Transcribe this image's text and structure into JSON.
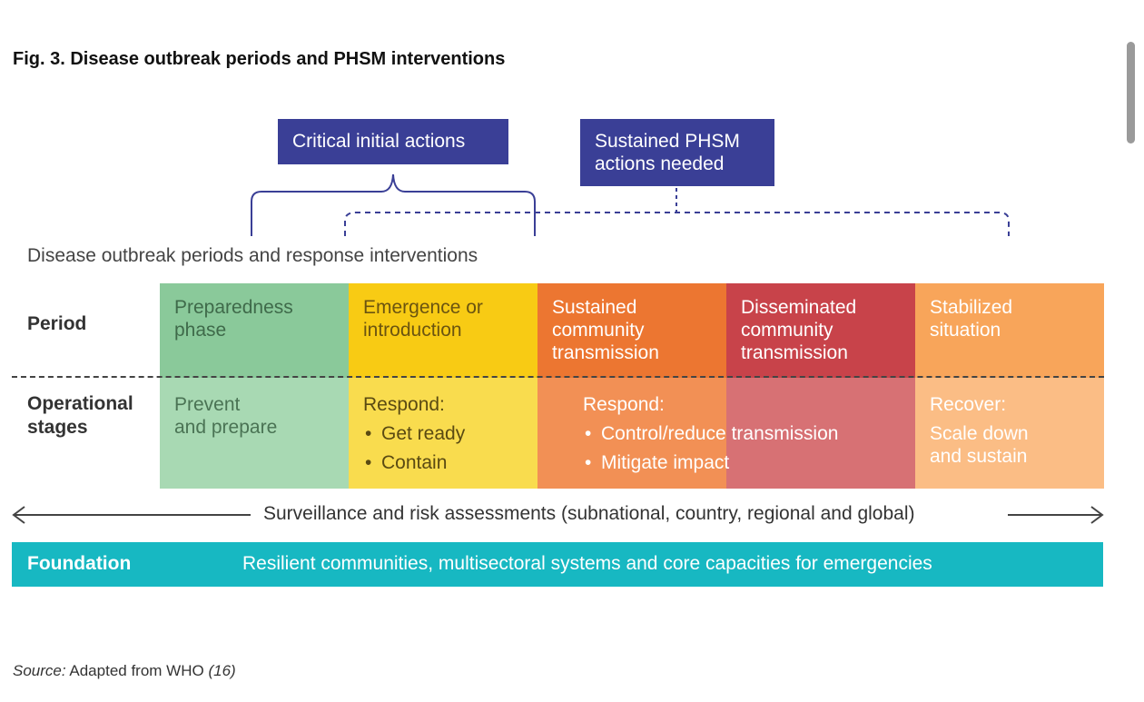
{
  "figure": {
    "title": "Fig. 3. Disease outbreak periods and PHSM interventions",
    "callouts": {
      "critical": "Critical initial actions",
      "sustained_line1": "Sustained PHSM",
      "sustained_line2": "actions needed"
    },
    "section_label": "Disease outbreak periods and response interventions",
    "row_labels": {
      "period": "Period",
      "operational_line1": "Operational",
      "operational_line2": "stages"
    },
    "periods": [
      {
        "line1": "Preparedness",
        "line2": "phase",
        "line3": ""
      },
      {
        "line1": "Emergence or",
        "line2": "introduction",
        "line3": ""
      },
      {
        "line1": "Sustained",
        "line2": "community",
        "line3": "transmission"
      },
      {
        "line1": "Disseminated",
        "line2": "community",
        "line3": "transmission"
      },
      {
        "line1": "Stabilized",
        "line2": "situation",
        "line3": ""
      }
    ],
    "stages": {
      "prevent": {
        "line1": "Prevent",
        "line2": "and prepare"
      },
      "respond1": {
        "heading": "Respond:",
        "bullet1": "Get ready",
        "bullet2": "Contain"
      },
      "respond2": {
        "heading": "Respond:",
        "bullet1": "Control/reduce transmission",
        "bullet2": "Mitigate impact"
      },
      "recover": {
        "heading": "Recover:",
        "line1": "Scale down",
        "line2": "and sustain"
      }
    },
    "surveillance": "Surveillance and risk assessments (subnational, country, regional and global)",
    "foundation": {
      "label": "Foundation",
      "text": "Resilient communities, multisectoral systems and core capacities for emergencies"
    },
    "source": {
      "prefix": "Source:",
      "text": "Adapted from WHO",
      "ref": "(16)"
    },
    "colors": {
      "callout": "#3a3f96",
      "preparedness": "#8ac99a",
      "emergence": "#f8cb14",
      "sustained": "#ec7631",
      "disseminated": "#c8434a",
      "stabilized": "#f8a55a",
      "foundation": "#17b8c2"
    }
  }
}
